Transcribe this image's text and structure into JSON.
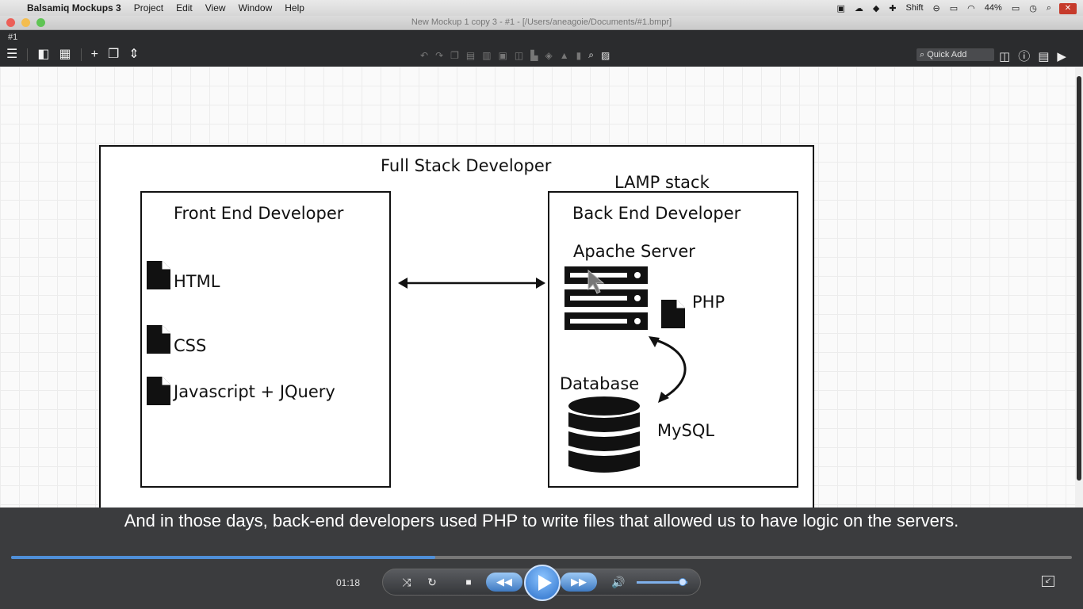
{
  "menubar": {
    "apple": "",
    "app_name": "Balsamiq Mockups 3",
    "items": [
      "Project",
      "Edit",
      "View",
      "Window",
      "Help"
    ],
    "status_shift": "Shift",
    "battery": "44%",
    "close_label": "✕"
  },
  "window": {
    "title": "New Mockup 1 copy 3 - #1 - [/Users/aneagoie/Documents/#1.bmpr]",
    "lights": [
      "#ec5f57",
      "#f4bd4f",
      "#5fc454"
    ]
  },
  "toolbar": {
    "tab_label": "#1",
    "quick_add_label": "Quick Add"
  },
  "mockup": {
    "outer_title": "Full Stack Developer",
    "stack_label": "LAMP stack",
    "frontend": {
      "title": "Front End Developer",
      "items": [
        "HTML",
        "CSS",
        "Javascript + JQuery"
      ]
    },
    "backend": {
      "title": "Back End Developer",
      "server_label": "Apache Server",
      "language_label": "PHP",
      "database_label": "Database",
      "db_engine_label": "MySQL"
    }
  },
  "subtitle": {
    "text": "And in those days, back-end developers used PHP to write files that allowed us to have logic on the servers."
  },
  "player": {
    "time": "01:18",
    "progress": 0.4,
    "volume": 0.9
  }
}
